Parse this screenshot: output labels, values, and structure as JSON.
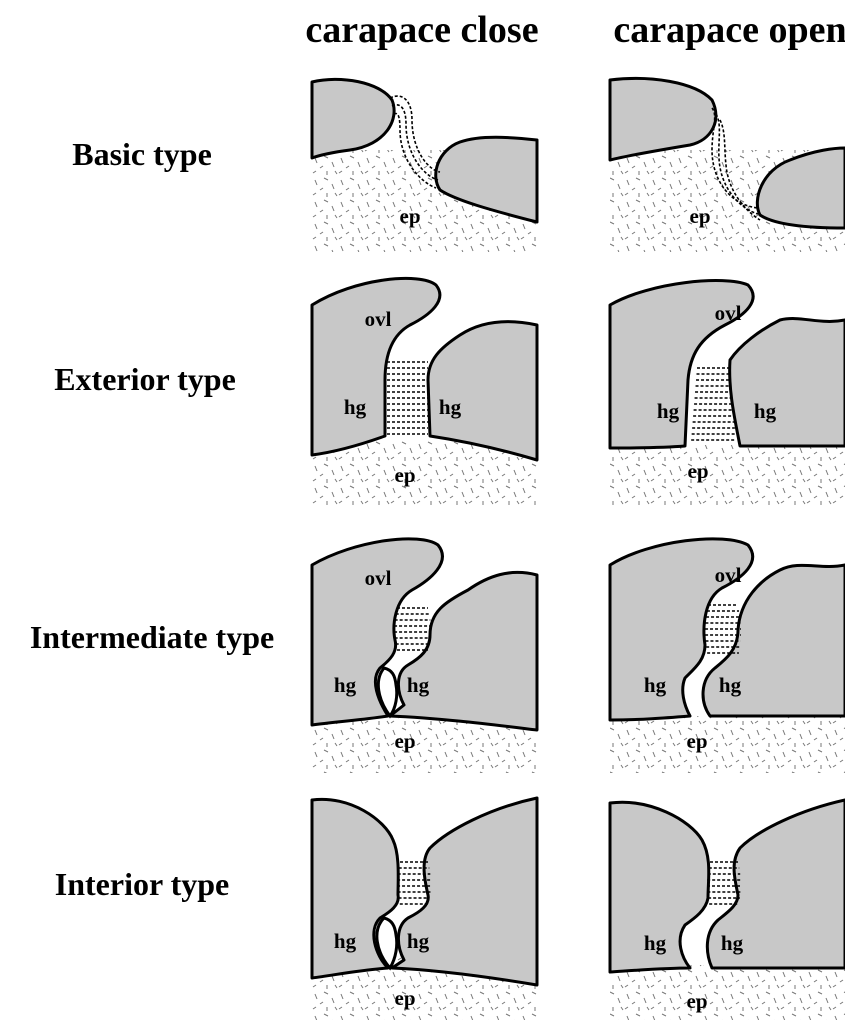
{
  "columns": [
    "carapace close",
    "carapace open"
  ],
  "rows": [
    {
      "label": "Basic type",
      "type": "basic",
      "panel_labels": {
        "ep": "ep"
      }
    },
    {
      "label": "Exterior type",
      "type": "exterior",
      "panel_labels": {
        "ovl": "ovl",
        "hg_left": "hg",
        "hg_right": "hg",
        "ep": "ep"
      }
    },
    {
      "label": "Intermediate type",
      "type": "intermediate",
      "panel_labels": {
        "ovl": "ovl",
        "hg_left": "hg",
        "hg_right": "hg",
        "ep": "ep"
      }
    },
    {
      "label": "Interior type",
      "type": "interior",
      "panel_labels": {
        "hg_left": "hg",
        "hg_right": "hg",
        "ep": "ep"
      }
    }
  ],
  "colors": {
    "tissue": "#c8c8c8",
    "outline": "#000000",
    "background": "#ffffff"
  }
}
